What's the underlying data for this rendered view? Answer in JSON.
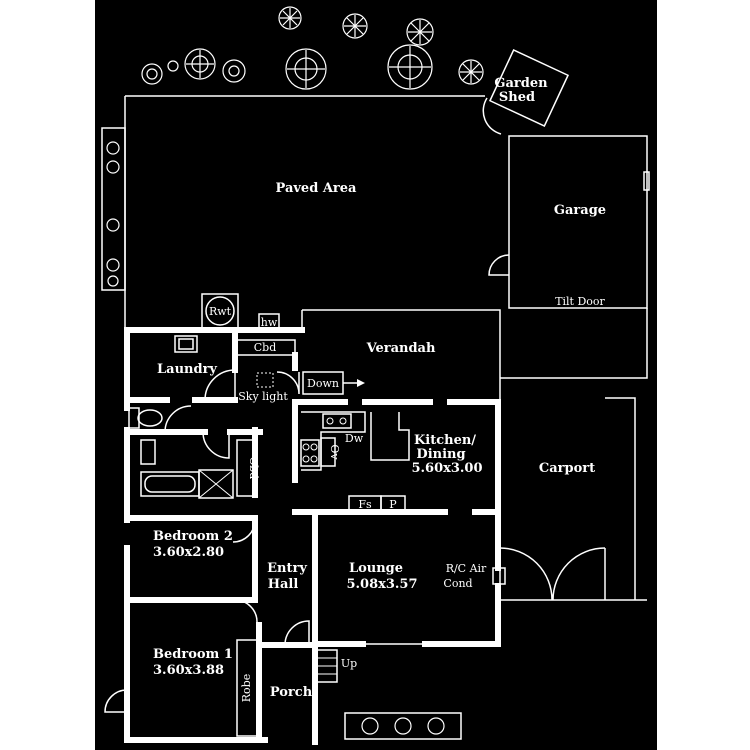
{
  "rooms": {
    "paved_area": "Paved Area",
    "garden_shed_line1": "Garden",
    "garden_shed_line2": "Shed",
    "garage": "Garage",
    "tilt_door": "Tilt Door",
    "rwt": "Rwt",
    "hw": "hw",
    "verandah": "Verandah",
    "cbd_top": "Cbd",
    "laundry": "Laundry",
    "down": "Down",
    "sky_light": "Sky light",
    "dw": "Dw",
    "ov": "Ov",
    "kitchen_line1": "Kitchen/",
    "kitchen_line2": "Dining",
    "kitchen_dims": "5.60x3.00",
    "cbd_side": "Cbd",
    "carport": "Carport",
    "fs": "Fs",
    "p": "P",
    "bedroom2": "Bedroom 2",
    "bedroom2_dims": "3.60x2.80",
    "entry_line1": "Entry",
    "entry_line2": "Hall",
    "lounge": "Lounge",
    "lounge_dims": "5.08x3.57",
    "aircon_line1": "R/C Air",
    "aircon_line2": "Cond",
    "bedroom1": "Bedroom 1",
    "bedroom1_dims": "3.60x3.88",
    "robe": "Robe",
    "up": "Up",
    "porch": "Porch"
  },
  "colors": {
    "background": "#000000",
    "lines": "#ffffff"
  }
}
